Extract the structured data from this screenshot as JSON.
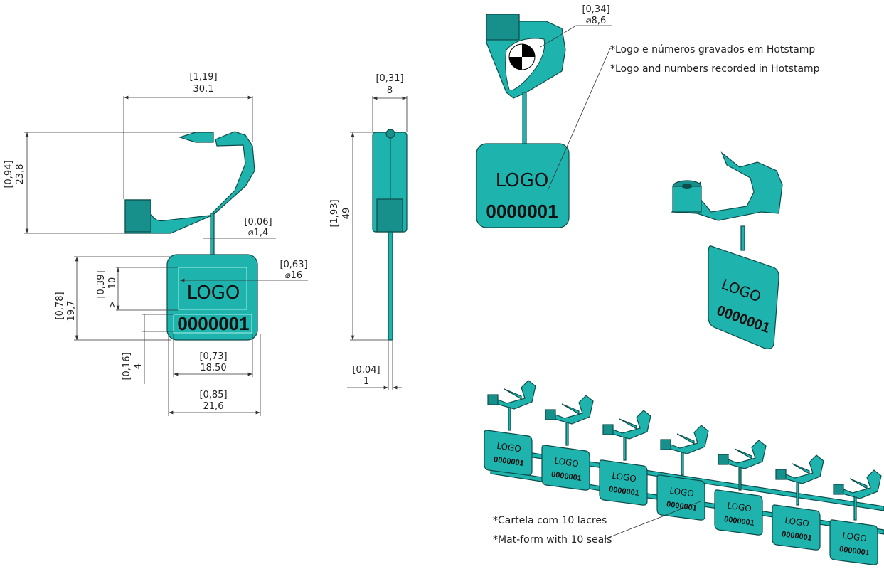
{
  "front_view": {
    "logo": "LOGO",
    "number": "0000001",
    "dims": {
      "width_in": "[1,19]",
      "width_mm": "30,1",
      "height_in": "[0,94]",
      "height_mm": "23,8",
      "stem_in": "[0,06]",
      "stem_mm": "⌀1,4",
      "tag_diag_in": "[0,63]",
      "tag_diag_mm": "⌀16",
      "tag_h_in": "[0,78]",
      "tag_h_mm": "19,7",
      "logo_h_in": "[0,39]",
      "logo_h_mm": "10",
      "logo_h_mark": ">",
      "num_h_in": "[0,16]",
      "num_h_mm": "4",
      "num_w_in": "[0,73]",
      "num_w_mm": "18,50",
      "tag_w_in": "[0,85]",
      "tag_w_mm": "21,6"
    }
  },
  "side_view": {
    "dims": {
      "width_in": "[0,31]",
      "width_mm": "8",
      "height_in": "[1,93]",
      "height_mm": "49",
      "thick_in": "[0,04]",
      "thick_mm": "1"
    }
  },
  "top_view": {
    "logo": "LOGO",
    "number": "0000001",
    "dims": {
      "hole_in": "[0,34]",
      "hole_mm": "⌀8,6"
    }
  },
  "iso_view": {
    "logo": "LOGO",
    "number": "0000001"
  },
  "notes": {
    "hotstamp_pt": "*Logo e números gravados em Hotstamp",
    "hotstamp_en": "*Logo and numbers recorded in Hotstamp",
    "matform_pt": "*Cartela com 10 lacres",
    "matform_en": "*Mat-form with 10 seals"
  },
  "matform": {
    "tags": [
      {
        "logo": "LOGO",
        "number": "0000001"
      },
      {
        "logo": "LOGO",
        "number": "0000001"
      },
      {
        "logo": "LOGO",
        "number": "0000001"
      },
      {
        "logo": "LOGO",
        "number": "0000001"
      },
      {
        "logo": "LOGO",
        "number": "0000001"
      },
      {
        "logo": "LOGO",
        "number": "0000001"
      },
      {
        "logo": "LOGO",
        "number": "0000001"
      }
    ]
  },
  "colors": {
    "part": "#1fb3ae",
    "outline": "#0c4d4a"
  }
}
